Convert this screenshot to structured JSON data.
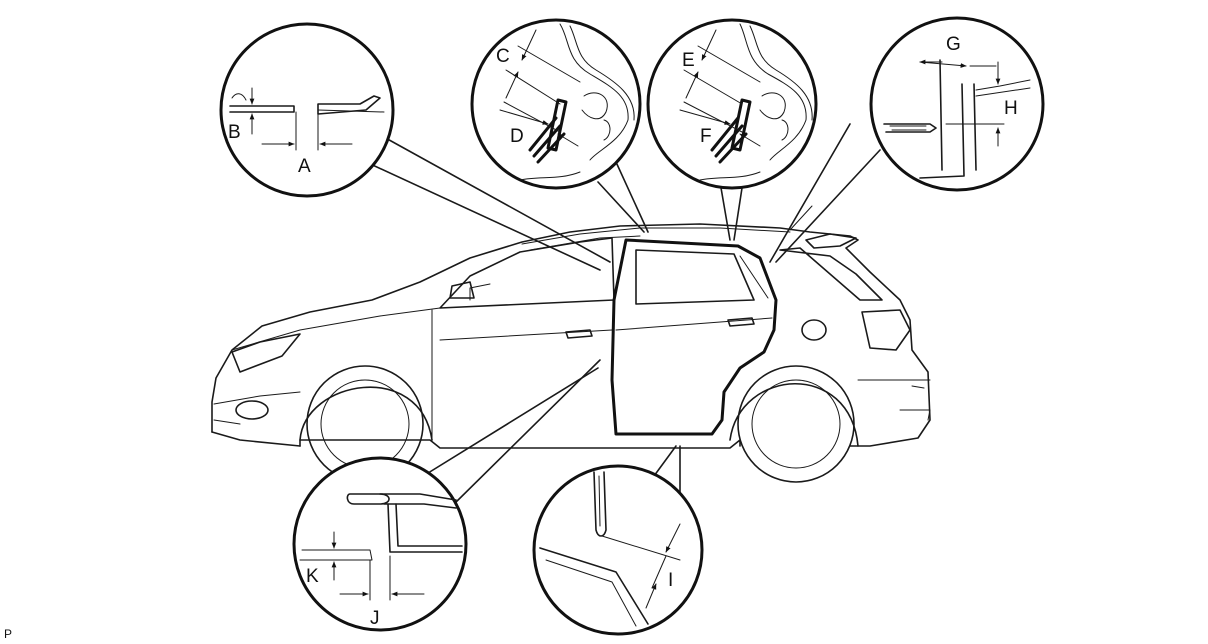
{
  "labels": {
    "A": "A",
    "B": "B",
    "C": "C",
    "D": "D",
    "E": "E",
    "F": "F",
    "G": "G",
    "H": "H",
    "I": "I",
    "J": "J",
    "K": "K"
  },
  "corner_mark": "P"
}
